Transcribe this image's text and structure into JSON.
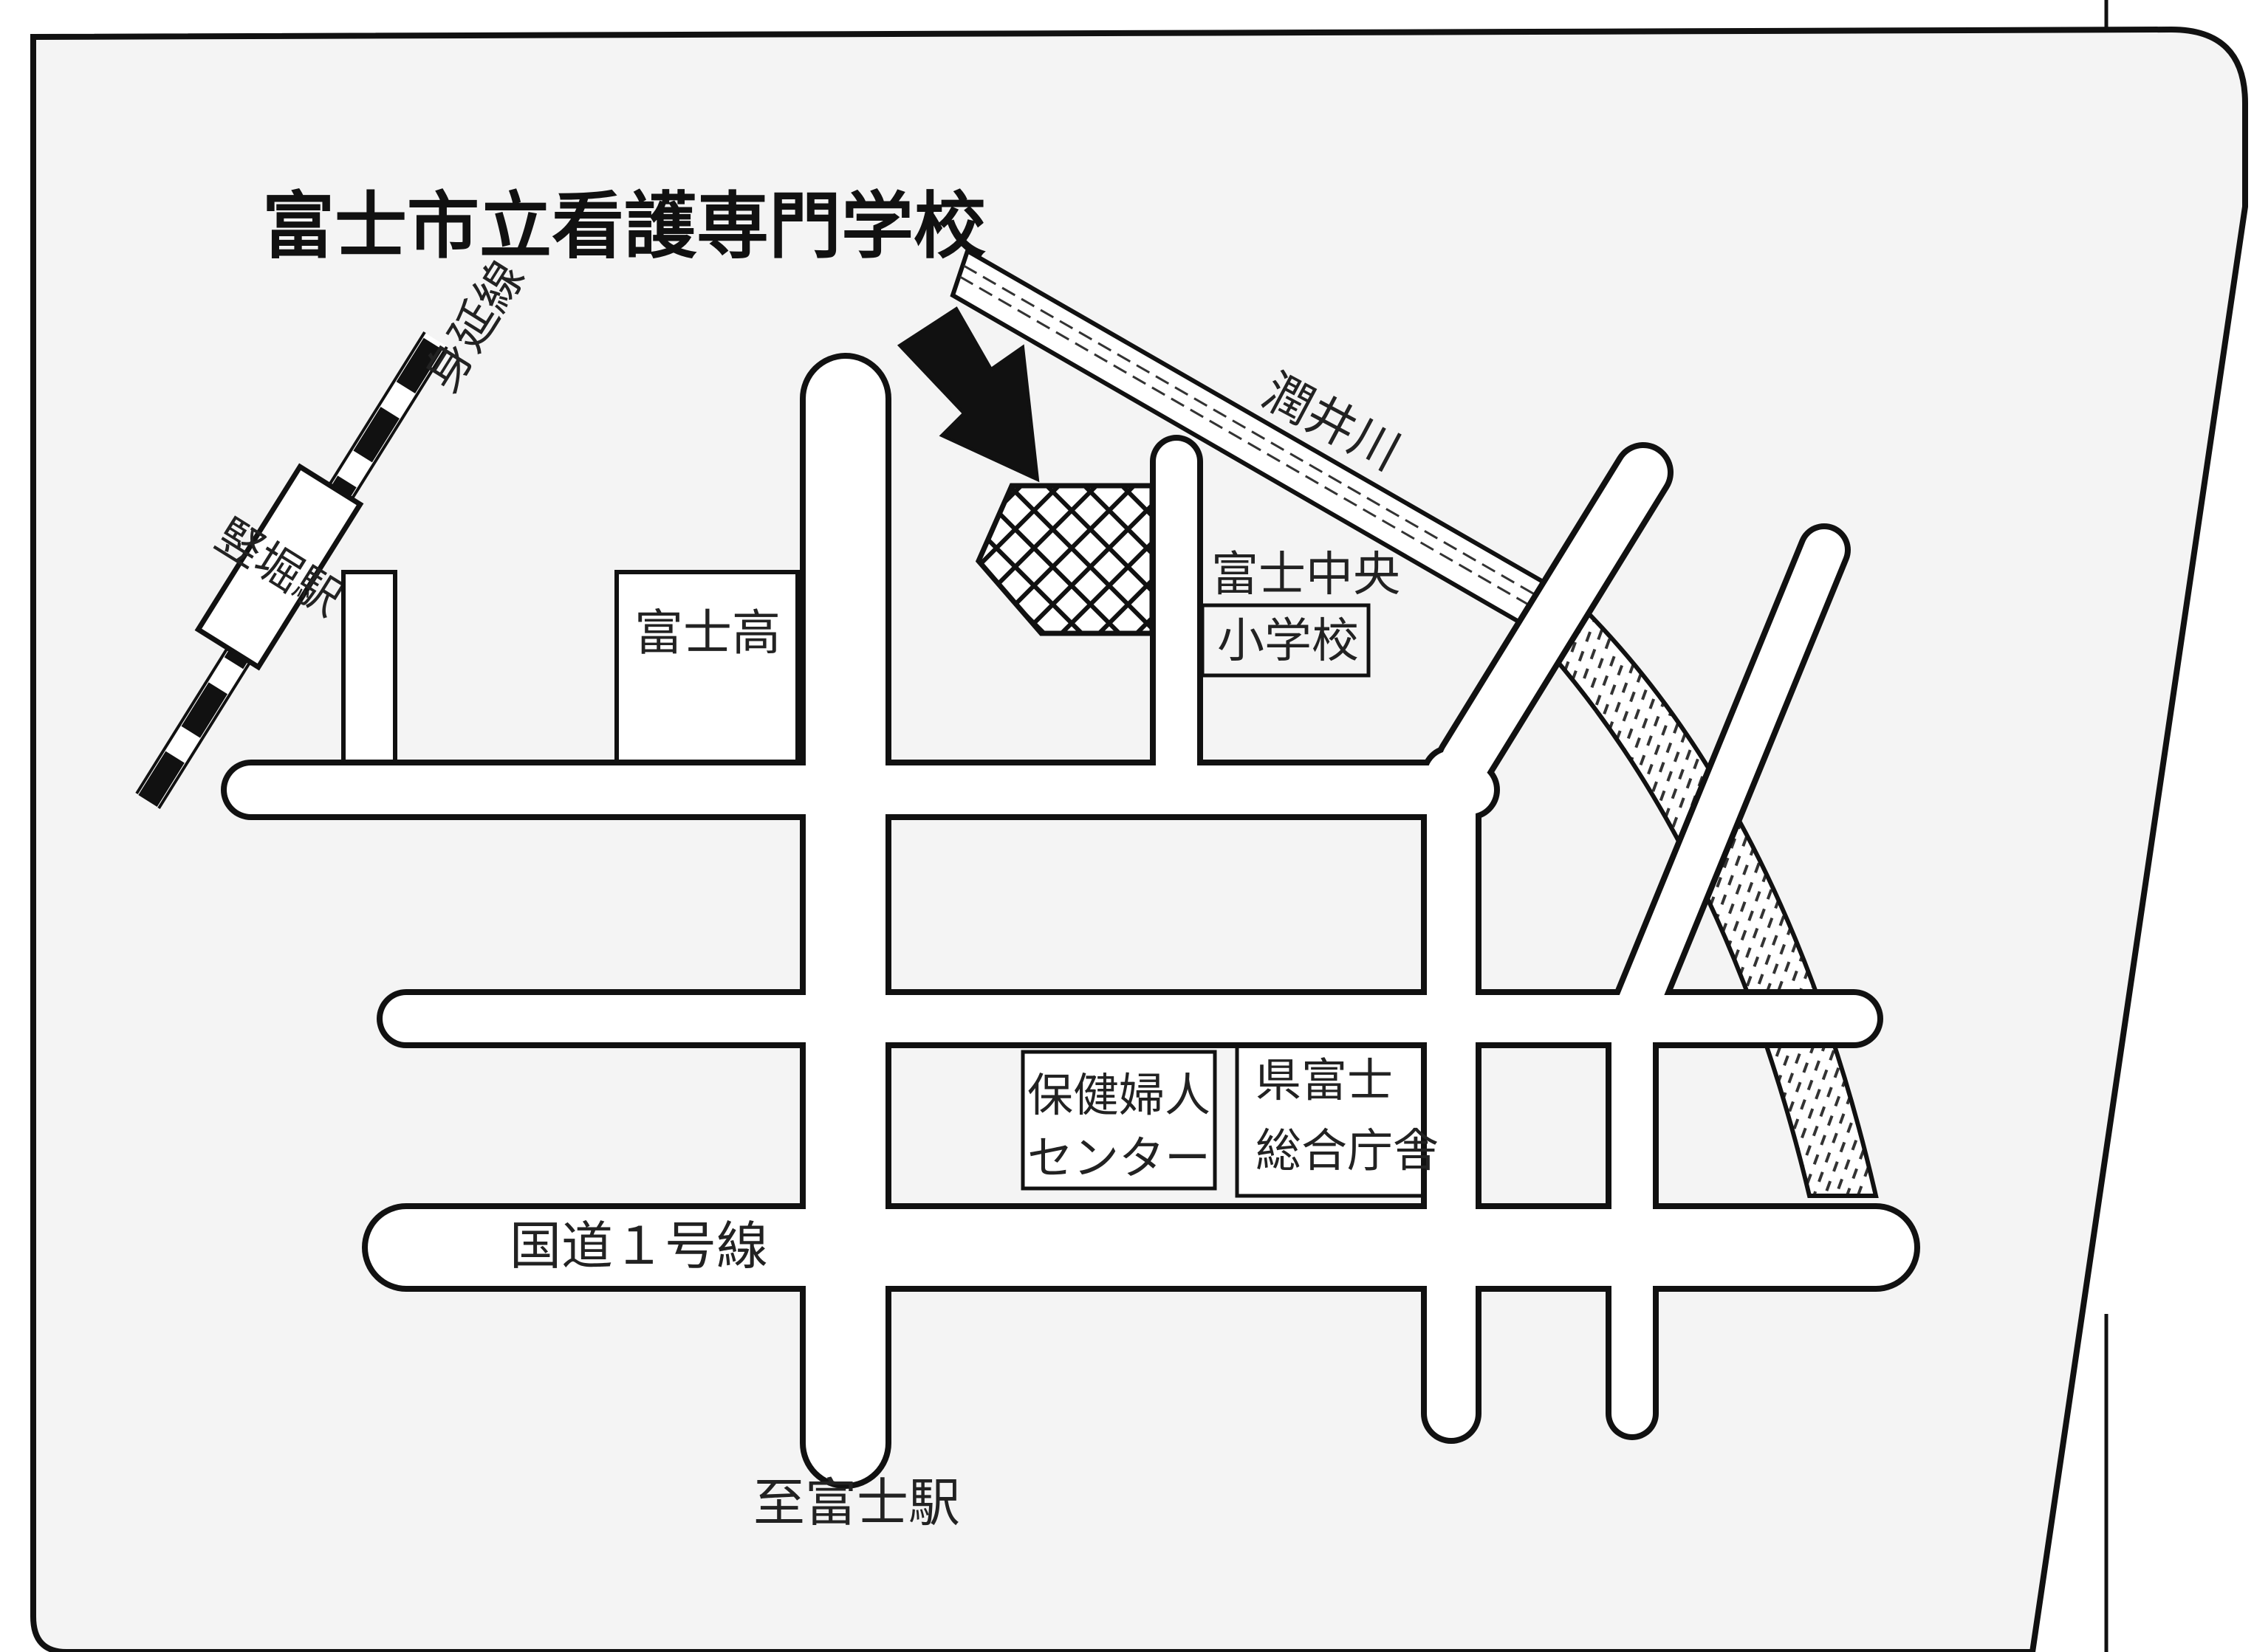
{
  "map": {
    "title": "富士市立看護専門学校",
    "colors": {
      "paper": "#f4f4f4",
      "ink": "#111111",
      "road_fill": "#ffffff"
    },
    "labels": {
      "rail_line": "身延線",
      "station": "竪堀駅",
      "river": "潤井川",
      "fuji_high_school": "富士高",
      "fuji_chuo_elementary_line1": "富士中央",
      "fuji_chuo_elementary_line2": "小学校",
      "health_center_line1": "保健婦人",
      "health_center_line2": "センター",
      "prefectural_office_line1": "県富士",
      "prefectural_office_line2": "総合庁舎",
      "route1": "国道１号線",
      "to_fuji_station": "至富士駅"
    }
  }
}
